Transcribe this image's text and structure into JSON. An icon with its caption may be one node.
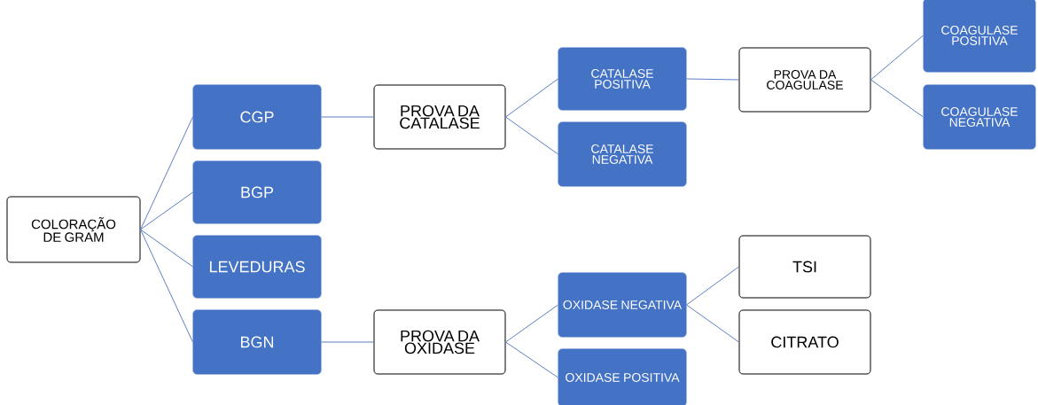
{
  "diagram": {
    "nodes": [
      {
        "text": [
          "COLORAÇÃO DE GRAM"
        ]
      },
      {
        "text": [
          "CGP"
        ]
      },
      {
        "text": [
          "BGP"
        ]
      },
      {
        "text": [
          "LEVEDURAS"
        ]
      },
      {
        "text": [
          "BGN"
        ]
      },
      {
        "text": [
          "PROVA DA CATALASE"
        ]
      },
      {
        "text": [
          "CATALASE POSITIVA"
        ]
      },
      {
        "text": [
          "CATALASE NEGATIVA"
        ]
      },
      {
        "text": [
          "PROVA DA COAGULASE"
        ]
      },
      {
        "text": [
          "COAGULASE POSITIVA"
        ]
      },
      {
        "text": [
          "COAGULASE NEGATIVA"
        ]
      },
      {
        "text": [
          "PROVA DA OXIDASE"
        ]
      },
      {
        "text": [
          "OXIDASE NEGATIVA"
        ]
      },
      {
        "text": [
          "OXIDASE POSITIVA"
        ]
      },
      {
        "text": [
          "TSI"
        ]
      },
      {
        "text": [
          "CITRATO"
        ]
      }
    ],
    "edges": [
      {
        "from": 0,
        "to": 1,
        "arrow": "none"
      },
      {
        "from": 0,
        "to": 2,
        "arrow": "none"
      },
      {
        "from": 0,
        "to": 3,
        "arrow": "none"
      },
      {
        "from": 0,
        "to": 4,
        "arrow": "none"
      },
      {
        "from": 1,
        "to": 5,
        "arrow": "none"
      },
      {
        "from": 5,
        "to": 6,
        "arrow": "none"
      },
      {
        "from": 5,
        "to": 7,
        "arrow": "none"
      },
      {
        "from": 6,
        "to": 8,
        "arrow": "none"
      },
      {
        "from": 8,
        "to": 9,
        "arrow": "none"
      },
      {
        "from": 8,
        "to": 10,
        "arrow": "none"
      },
      {
        "from": 4,
        "to": 11,
        "arrow": "none"
      },
      {
        "from": 11,
        "to": 12,
        "arrow": "none"
      },
      {
        "from": 11,
        "to": 13,
        "arrow": "none"
      },
      {
        "from": 12,
        "to": 14,
        "arrow": "none"
      },
      {
        "from": 12,
        "to": 15,
        "arrow": "none"
      }
    ]
  }
}
